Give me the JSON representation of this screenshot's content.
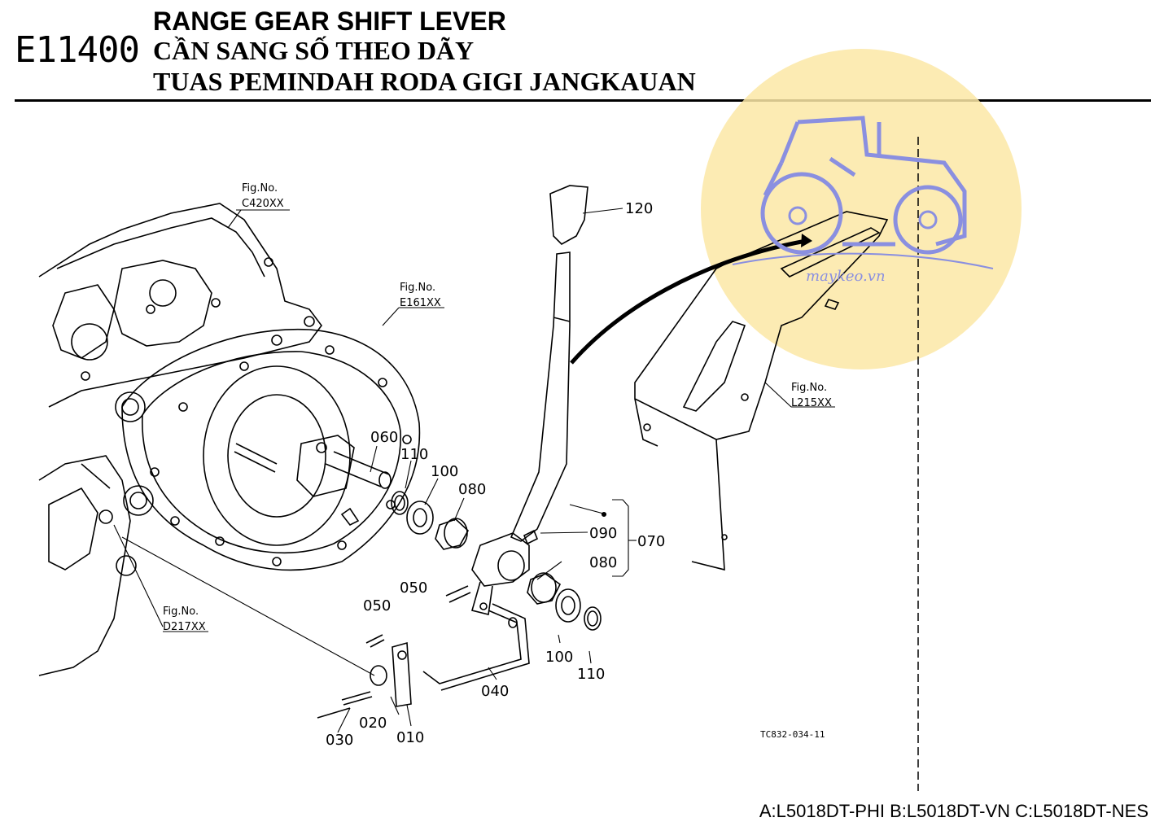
{
  "header": {
    "code": "E11400",
    "title_en": "RANGE GEAR SHIFT LEVER",
    "title_vi": "CẦN SANG SỐ THEO DÃY",
    "title_id": "TUAS PEMINDAH RODA GIGI JANGKAUAN"
  },
  "figure_refs": [
    {
      "line1": "Fig.No.",
      "line2": "C420XX"
    },
    {
      "line1": "Fig.No.",
      "line2": "E161XX"
    },
    {
      "line1": "Fig.No.",
      "line2": "L215XX"
    },
    {
      "line1": "Fig.No.",
      "line2": "D217XX"
    }
  ],
  "part_labels": {
    "p120": "120",
    "p060": "060",
    "p110a": "110",
    "p100a": "100",
    "p080a": "080",
    "p090": "090",
    "p070": "070",
    "p080b": "080",
    "p050a": "050",
    "p050b": "050",
    "p100b": "100",
    "p110b": "110",
    "p040": "040",
    "p020": "020",
    "p010": "010",
    "p030": "030"
  },
  "drawing_code": "TC832-034-11",
  "watermark": {
    "text": "maykeo.vn",
    "circle_color": "#fbe8a6",
    "logo_color": "#8a8fe0"
  },
  "footer": {
    "models": "A:L5018DT-PHI B:L5018DT-VN C:L5018DT-NES"
  }
}
